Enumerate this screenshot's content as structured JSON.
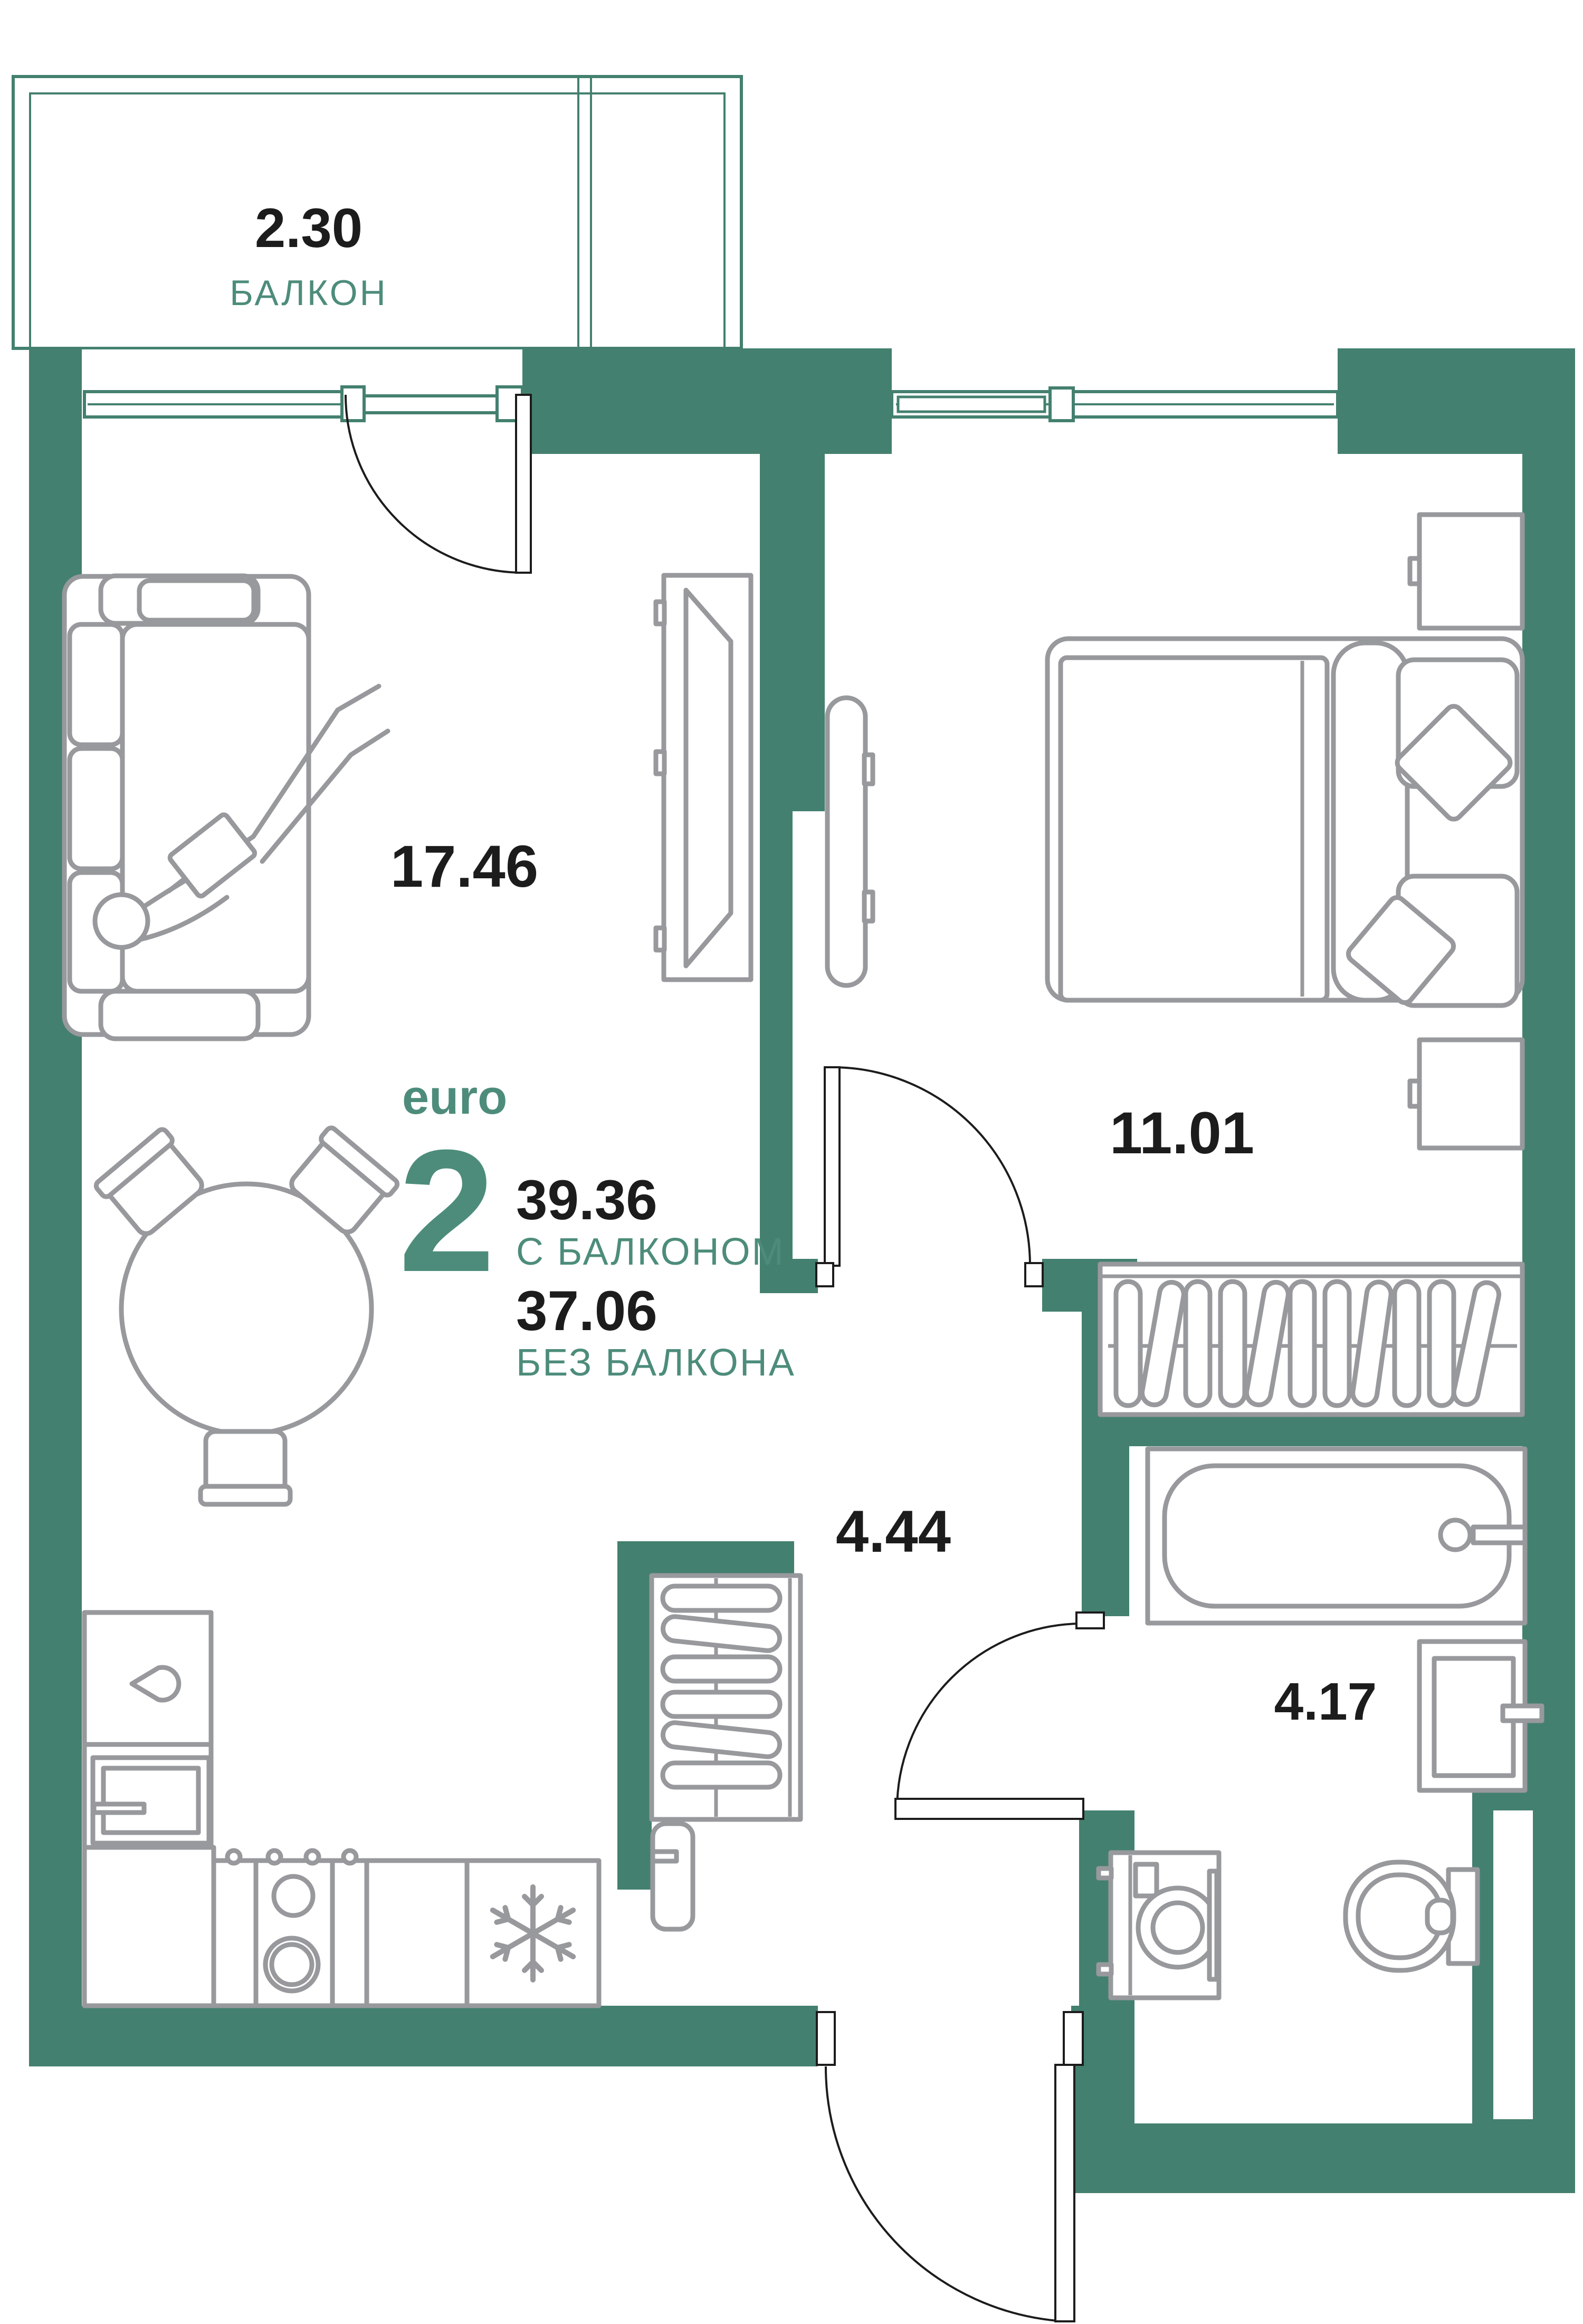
{
  "balcony": {
    "area": "2.30",
    "label": "БАЛКОН"
  },
  "rooms": {
    "living_area": "17.46",
    "bedroom_area": "11.01",
    "hallway_area": "4.44",
    "bathroom_area": "4.17"
  },
  "summary": {
    "type_label": "euro",
    "rooms_count": "2",
    "area_with_balcony": "39.36",
    "with_balcony_label": "С БАЛКОНОМ",
    "area_without_balcony": "37.06",
    "without_balcony_label": "БЕЗ БАЛКОНА"
  },
  "colors": {
    "wall": "#44806F",
    "teal_text": "#4D8C7B",
    "furniture_line": "#97999C",
    "number_text": "#1C1C1C"
  }
}
